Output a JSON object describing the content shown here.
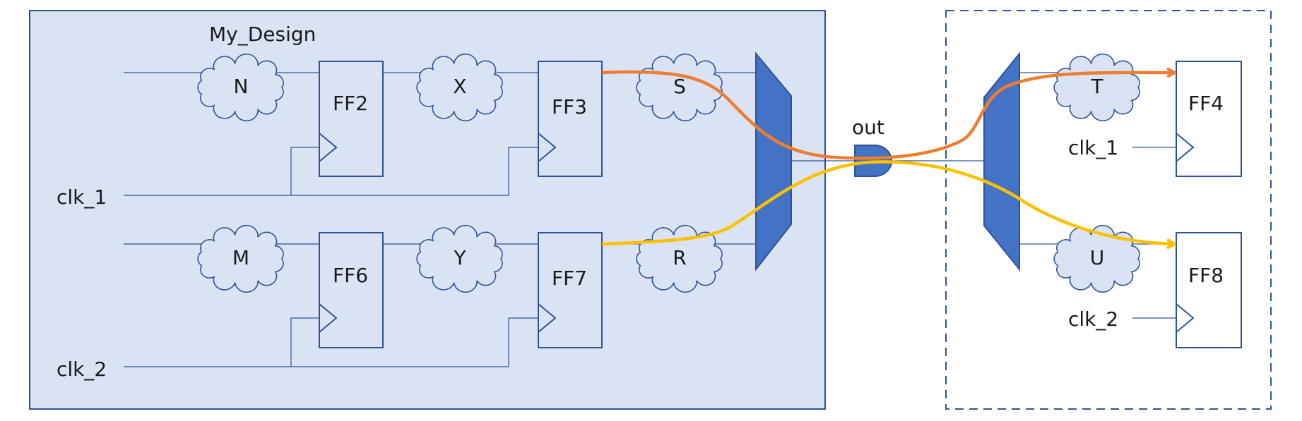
{
  "design": {
    "title": "My_Design"
  },
  "ports": {
    "out": "out"
  },
  "clocks": {
    "clk1": "clk_1",
    "clk2": "clk_2"
  },
  "flops": {
    "ff2": "FF2",
    "ff3": "FF3",
    "ff6": "FF6",
    "ff7": "FF7",
    "ff4": "FF4",
    "ff8": "FF8"
  },
  "clouds": {
    "n": "N",
    "x": "X",
    "s": "S",
    "m": "M",
    "y": "Y",
    "r": "R",
    "t": "T",
    "u": "U"
  },
  "colors": {
    "design_fill": "#dae3f3",
    "border": "#2f5496",
    "wire": "#2f5496",
    "mux_fill": "#4472c4",
    "path_orange": "#ed7d31",
    "path_yellow": "#ffc000"
  }
}
